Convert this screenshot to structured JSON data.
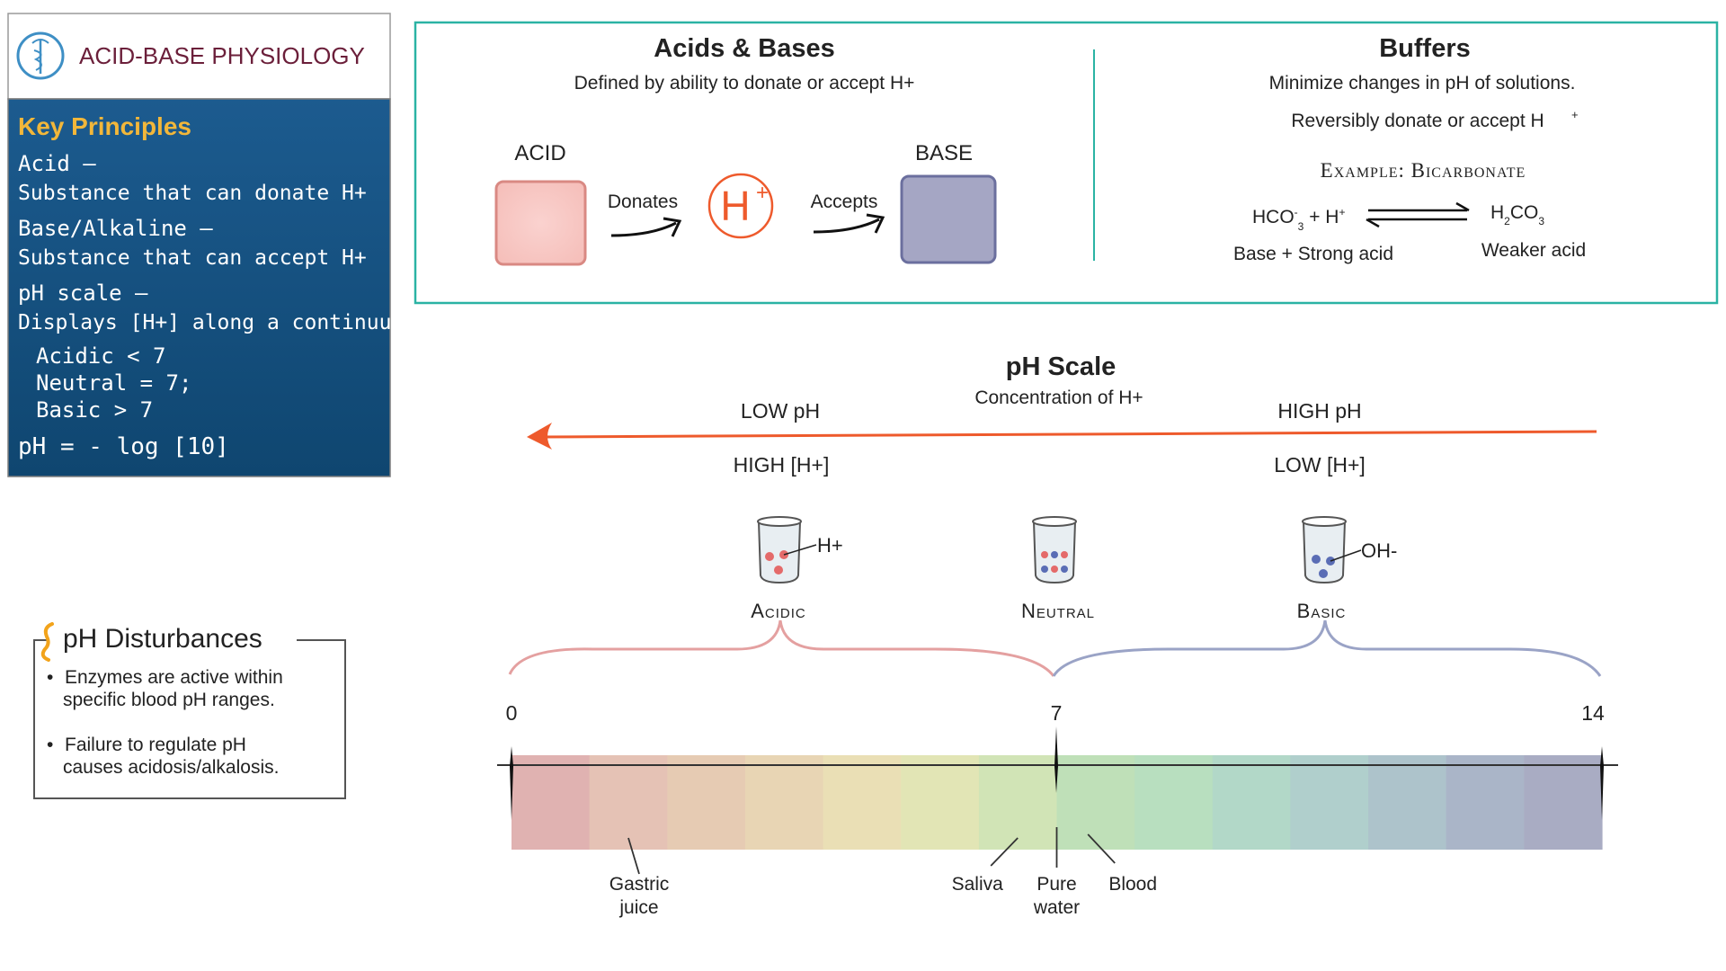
{
  "header": {
    "title": "ACID-BASE PHYSIOLOGY",
    "logo_icon": "caduceus-icon"
  },
  "key_principles": {
    "heading": "Key Principles",
    "acid_term": "Acid —",
    "acid_def": "Substance that can donate H+",
    "base_term": "Base/Alkaline —",
    "base_def": "Substance that can accept H+",
    "ph_term": "pH scale —",
    "ph_def": "Displays [H+] along a continuum.",
    "acidic": "Acidic < 7",
    "neutral": "Neutral = 7;",
    "basic": "Basic > 7",
    "formula": "pH = - log [10]"
  },
  "disturbances": {
    "title": "pH Disturbances",
    "bullet1_line1": "Enzymes are active within",
    "bullet1_line2": "specific blood pH ranges.",
    "bullet2_line1": "Failure to regulate pH",
    "bullet2_line2": "causes acidosis/alkalosis."
  },
  "acids_bases": {
    "title": "Acids & Bases",
    "subtitle": "Defined by ability to donate or accept H+",
    "acid_label": "ACID",
    "base_label": "BASE",
    "donates": "Donates",
    "accepts": "Accepts",
    "h": "H",
    "plus": "+",
    "acid_color": "#f8c9c6",
    "base_color": "#a5a6c4"
  },
  "buffers": {
    "title": "Buffers",
    "line1": "Minimize changes in pH of solutions.",
    "line2": "Reversibly donate or accept H",
    "line2_sup": "+",
    "example": "Example: Bicarbonate",
    "eq_left_a": "HCO",
    "eq_left_sub": "3",
    "eq_left_sup": "-",
    "eq_left_b": " + H",
    "eq_left_sup2": "+",
    "eq_right_a": "H",
    "eq_right_sub1": "2",
    "eq_right_b": "CO",
    "eq_right_sub2": "3",
    "left_caption": "Base + Strong acid",
    "right_caption": "Weaker acid"
  },
  "ph_scale": {
    "title": "pH Scale",
    "subtitle": "Concentration of H+",
    "low_ph": "LOW pH",
    "high_ph": "HIGH pH",
    "high_h": "HIGH [H+]",
    "low_h": "LOW [H+]",
    "acidic": "Acidic",
    "neutral": "Neutral",
    "basic": "Basic",
    "h_ion": "H+",
    "oh_ion": "OH-",
    "tick0": "0",
    "tick7": "7",
    "tick14": "14",
    "arrow_color": "#ee5a2c",
    "band_colors": [
      "#e0b2b1",
      "#e5c2b5",
      "#e6cbb3",
      "#e8d5b4",
      "#eadfb5",
      "#e2e5b5",
      "#d1e4b6",
      "#bfe0b8",
      "#b8dfbf",
      "#b2d8c8",
      "#b0cfcc",
      "#adc3cb",
      "#aab5c8",
      "#a9acc3"
    ],
    "markers": [
      {
        "label1": "Gastric",
        "label2": "juice",
        "ph": 1.5
      },
      {
        "label1": "Saliva",
        "label2": "",
        "ph": 6.5
      },
      {
        "label1": "Pure",
        "label2": "water",
        "ph": 7.0
      },
      {
        "label1": "Blood",
        "label2": "",
        "ph": 7.4
      }
    ]
  }
}
